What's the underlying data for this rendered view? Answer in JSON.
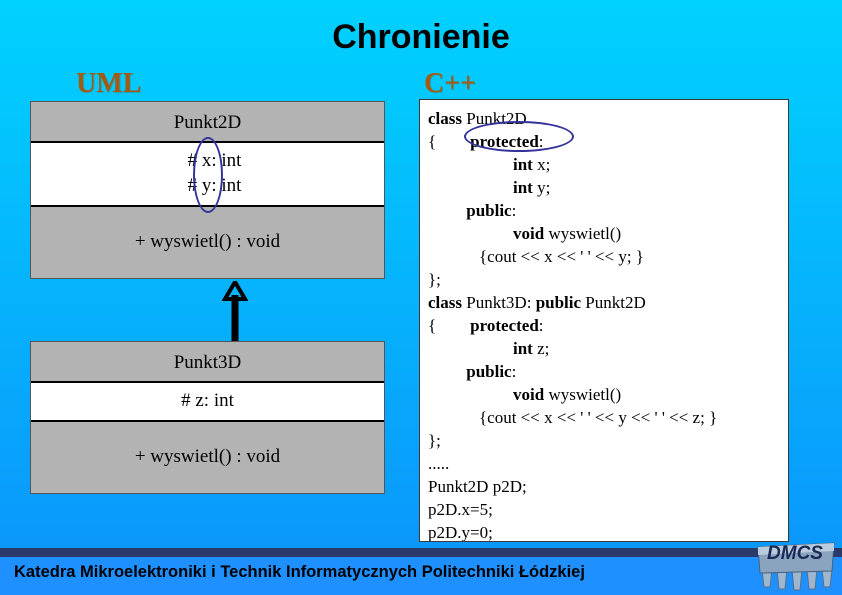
{
  "slide": {
    "title": "Chronienie",
    "background_top_color": "#00d2fe",
    "background_bottom_color": "#0b93fb"
  },
  "sections": {
    "uml_label": "UML",
    "cpp_label": "C++",
    "label_color": "#a55a12"
  },
  "uml": {
    "annotation_color": "#33339b",
    "classes": [
      {
        "name": "Punkt2D",
        "attributes": [
          {
            "visibility": "#",
            "text": "x: int"
          },
          {
            "visibility": "#",
            "text": "y: int"
          }
        ],
        "operations": [
          "+ wyswietl() : void"
        ]
      },
      {
        "name": "Punkt3D",
        "attributes": [
          {
            "visibility": "#",
            "text": "z: int"
          }
        ],
        "operations": [
          "+ wyswietl() : void"
        ]
      }
    ],
    "relationship": "generalization-arrow"
  },
  "code": {
    "language": "C++",
    "lines": [
      [
        {
          "t": "class ",
          "b": true
        },
        {
          "t": "Punkt2D",
          "b": false
        }
      ],
      [
        {
          "t": "{        ",
          "b": false
        },
        {
          "t": "protected",
          "b": true
        },
        {
          "t": ":",
          "b": false
        }
      ],
      [
        {
          "t": "                    ",
          "b": false
        },
        {
          "t": "int ",
          "b": true
        },
        {
          "t": "x;",
          "b": false
        }
      ],
      [
        {
          "t": "                    ",
          "b": false
        },
        {
          "t": "int ",
          "b": true
        },
        {
          "t": "y;",
          "b": false
        }
      ],
      [
        {
          "t": "         ",
          "b": false
        },
        {
          "t": "public",
          "b": true
        },
        {
          "t": ":",
          "b": false
        }
      ],
      [
        {
          "t": "                    ",
          "b": false
        },
        {
          "t": "void ",
          "b": true
        },
        {
          "t": "wyswietl()",
          "b": false
        }
      ],
      [
        {
          "t": "            {cout << x << ' ' << y; }",
          "b": false
        }
      ],
      [
        {
          "t": "};",
          "b": false
        }
      ],
      [
        {
          "t": "class ",
          "b": true
        },
        {
          "t": "Punkt3D: ",
          "b": false
        },
        {
          "t": "public ",
          "b": true
        },
        {
          "t": "Punkt2D",
          "b": false
        }
      ],
      [
        {
          "t": "{        ",
          "b": false
        },
        {
          "t": "protected",
          "b": true
        },
        {
          "t": ":",
          "b": false
        }
      ],
      [
        {
          "t": "                    ",
          "b": false
        },
        {
          "t": "int ",
          "b": true
        },
        {
          "t": "z;",
          "b": false
        }
      ],
      [
        {
          "t": "         ",
          "b": false
        },
        {
          "t": "public",
          "b": true
        },
        {
          "t": ":",
          "b": false
        }
      ],
      [
        {
          "t": "                    ",
          "b": false
        },
        {
          "t": "void ",
          "b": true
        },
        {
          "t": "wyswietl()",
          "b": false
        }
      ],
      [
        {
          "t": "            {cout << x << ' ' << y << ' ' << z; }",
          "b": false
        }
      ],
      [
        {
          "t": "};",
          "b": false
        }
      ],
      [
        {
          "t": ".....",
          "b": false
        }
      ],
      [
        {
          "t": "Punkt2D p2D;",
          "b": false
        }
      ],
      [
        {
          "t": "p2D.x=5;",
          "b": false
        }
      ],
      [
        {
          "t": "p2D.y=0;",
          "b": false
        }
      ]
    ]
  },
  "footer": {
    "text": "Katedra Mikroelektroniki i Technik Informatycznych Politechniki Łódzkiej",
    "stripe_color": "#2b3a6b",
    "band_color": "#1e90ff",
    "logo_text": "DMCS"
  }
}
